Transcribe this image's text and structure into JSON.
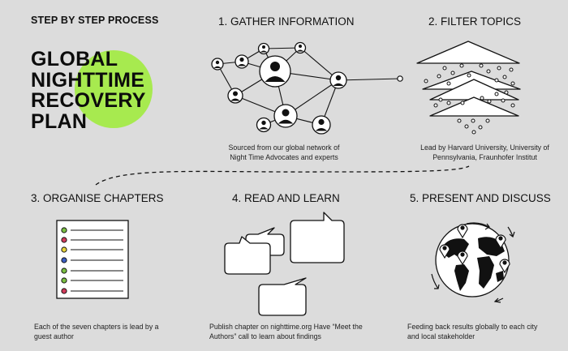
{
  "header": {
    "kicker": "STEP BY STEP PROCESS",
    "title_lines": [
      "GLOBAL",
      "NIGHTTIME",
      "RECOVERY",
      "PLAN"
    ]
  },
  "steps": [
    {
      "title": "1. GATHER INFORMATION",
      "caption": "Sourced from our global network of Night Time Advocates and experts",
      "icon": "network-icon"
    },
    {
      "title": "2. FILTER TOPICS",
      "caption": "Lead by Harvard University, University of Pennsylvania, Fraunhofer Institut",
      "icon": "filter-icon"
    },
    {
      "title": "3. ORGANISE CHAPTERS",
      "caption": "Each of the seven chapters is lead by a guest author",
      "icon": "checklist-icon"
    },
    {
      "title": "4. READ AND LEARN",
      "caption": "Publish chapter on nighttime.org Have “Meet the Authors” call to learn about findings",
      "icon": "speech-bubbles-icon"
    },
    {
      "title": "5. PRESENT AND DISCUSS",
      "caption": "Feeding back results globally to each city and local stakeholder",
      "icon": "globe-icon"
    }
  ],
  "colors": {
    "background": "#dcdcdc",
    "accent_blob": "#a7ea4f",
    "chapter_dots": [
      "#7bc043",
      "#d23b5a",
      "#e8d43a",
      "#3c5fc4",
      "#7bc043",
      "#7bc043",
      "#d23b5a"
    ]
  }
}
